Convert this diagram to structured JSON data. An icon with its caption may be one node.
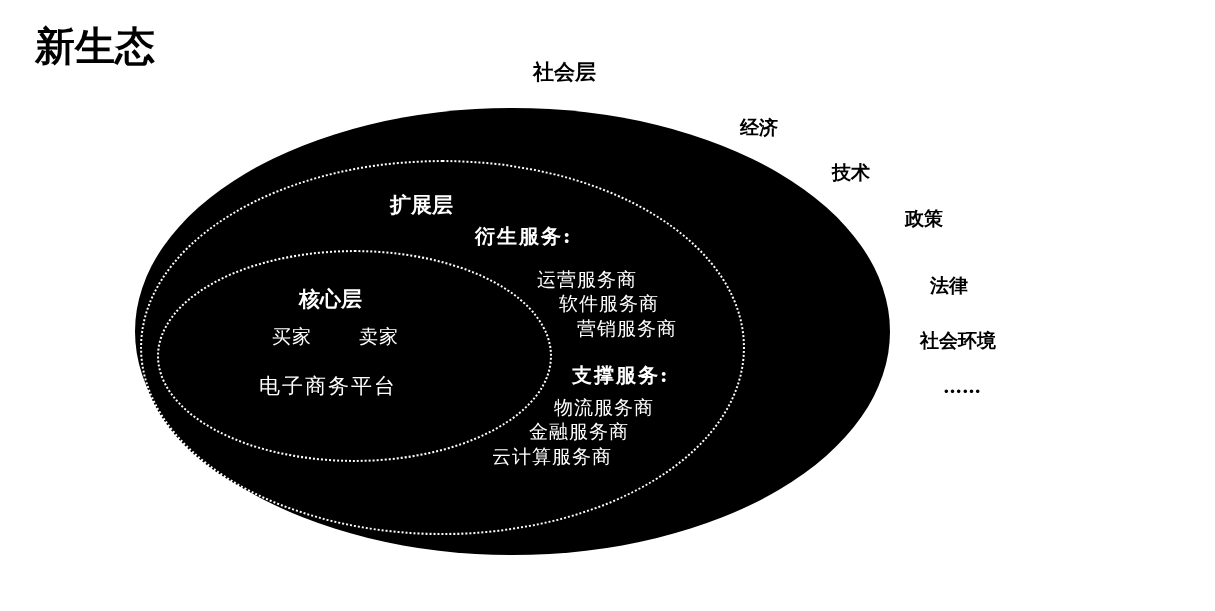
{
  "diagram": {
    "title": "新生态",
    "nodes": [
      {
        "text": [],
        "shape": "ellipse"
      },
      {
        "text": [
          "扩展层",
          "衍生服务:",
          "运营服务商",
          "软件服务商",
          "营销服务商",
          "支撑服务:",
          "物流服务商",
          "金融服务商",
          "云计算服务商"
        ],
        "in": 0
      },
      {
        "text": [
          "核心层",
          "买家",
          "卖家",
          "电子商务平台"
        ],
        "in": 1
      }
    ],
    "edges": [],
    "labels": [
      "社会层",
      "经济",
      "技术",
      "政策",
      "法律",
      "社会环境",
      "……"
    ]
  }
}
